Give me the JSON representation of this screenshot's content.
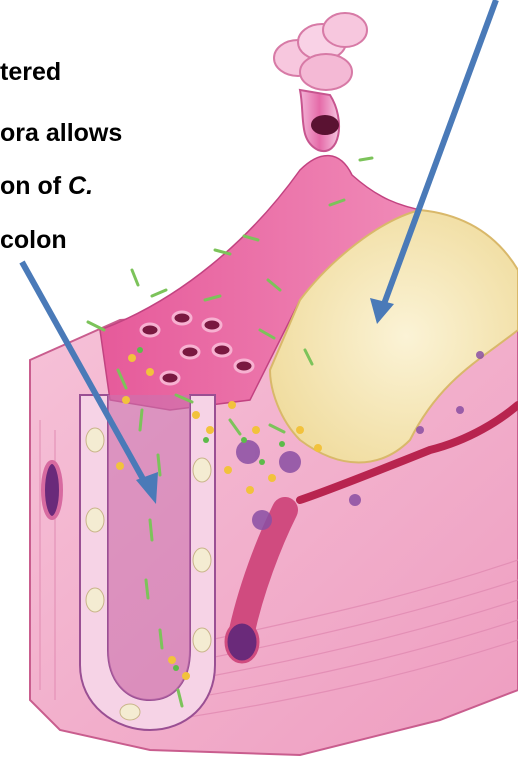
{
  "caption": {
    "line1": "tered",
    "line2": "ora allows",
    "line3_prefix": "on of ",
    "line3_italic": "C.",
    "line4": "colon"
  },
  "colors": {
    "arrow": "#4a7ab8",
    "mucosa_pink": "#e46aa2",
    "pseudomembrane_yellow": "#f3e7b8",
    "submucosa_pink": "#f3b3cd",
    "bacteria_green": "#7cc35a",
    "cell_purple": "#8a4fa3"
  }
}
